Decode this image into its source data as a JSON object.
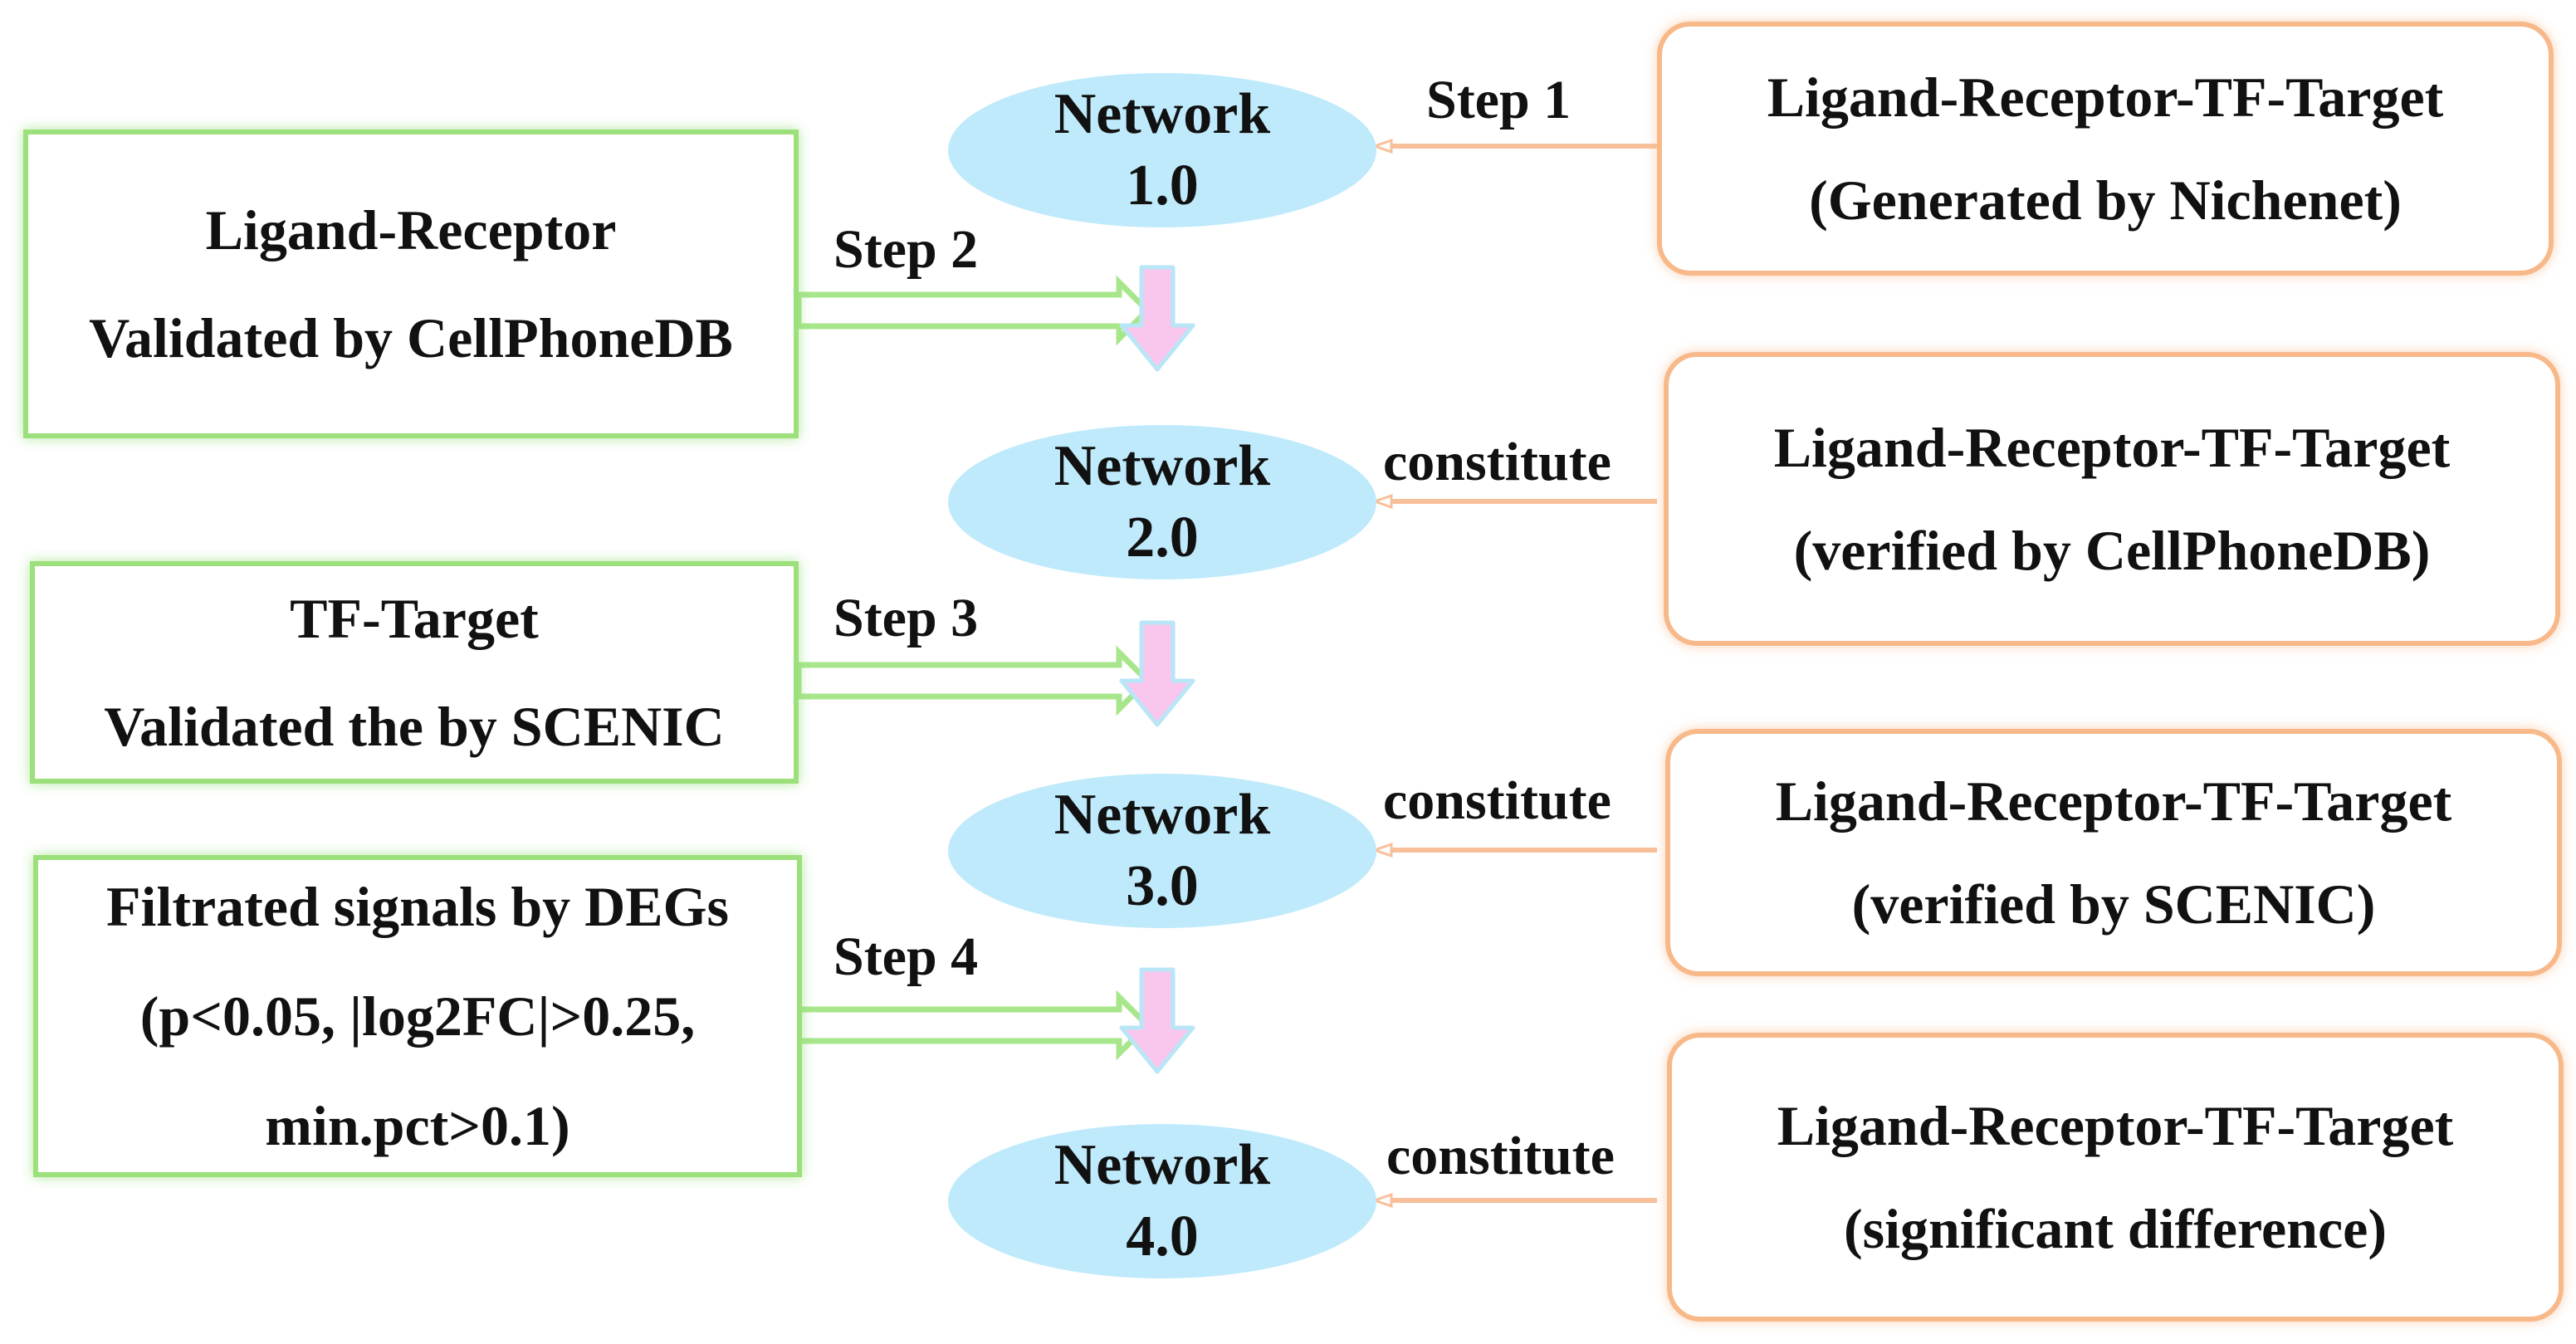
{
  "networks": [
    "Network\n1.0",
    "Network\n2.0",
    "Network\n3.0",
    "Network\n4.0"
  ],
  "left_boxes": [
    [
      "Ligand-Receptor",
      "Validated by CellPhoneDB"
    ],
    [
      "TF-Target",
      "Validated the by SCENIC"
    ],
    [
      "Filtrated signals by DEGs",
      "(p<0.05, |log2FC|>0.25,",
      "min.pct>0.1)"
    ]
  ],
  "right_boxes": [
    [
      "Ligand-Receptor-TF-Target",
      "(Generated by Nichenet)"
    ],
    [
      "Ligand-Receptor-TF-Target",
      "(verified by CellPhoneDB)"
    ],
    [
      "Ligand-Receptor-TF-Target",
      "(verified by SCENIC)"
    ],
    [
      "Ligand-Receptor-TF-Target",
      "(significant difference)"
    ]
  ],
  "step_labels": [
    "Step 1",
    "Step 2",
    "Step 3",
    "Step 4"
  ],
  "edge_labels": [
    "constitute",
    "constitute",
    "constitute"
  ],
  "colors": {
    "ellipse_fill": "#bfeafb",
    "left_border": "#9be07a",
    "right_border": "#f8b98a",
    "down_arrow_fill": "#f9c6ee",
    "down_arrow_stroke": "#b9e6f6"
  }
}
